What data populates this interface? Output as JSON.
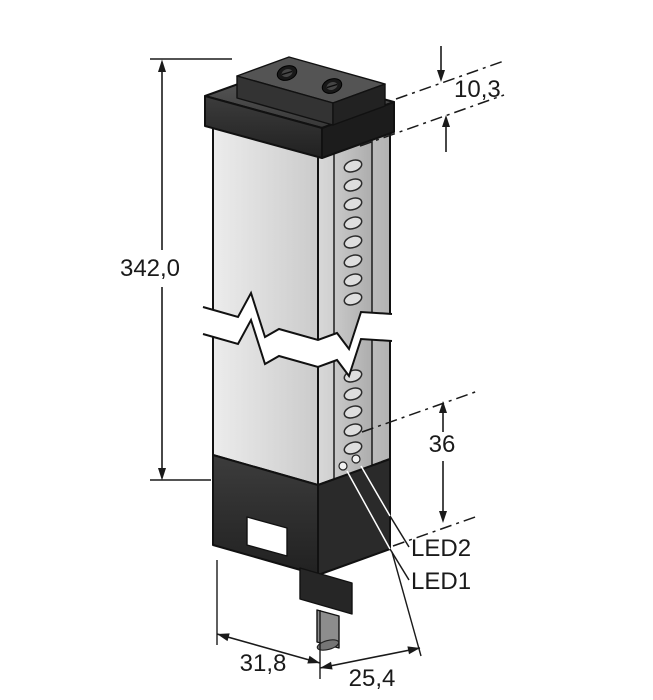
{
  "diagram": {
    "type": "technical-dimension-drawing",
    "subject": "photoelectric-sensor-housing",
    "dimensions": {
      "overall_height": "342,0",
      "top_offset": "10,3",
      "bottom_zone": "36",
      "width": "31,8",
      "depth": "25,4"
    },
    "labels": {
      "led2": "LED2",
      "led1": "LED1"
    },
    "colors": {
      "outline": "#1a1a1a",
      "housing_dark": "#2d2d2d",
      "housing_light": "#d9d9d9",
      "background": "#ffffff"
    }
  }
}
